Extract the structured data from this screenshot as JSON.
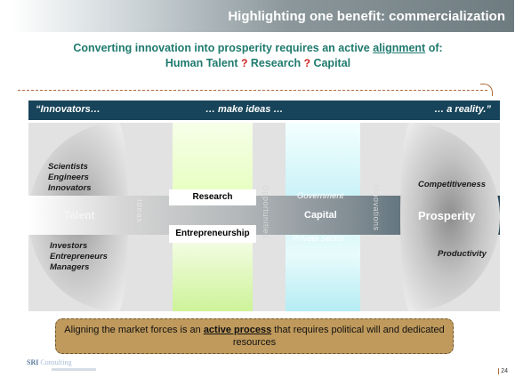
{
  "title": "Highlighting one benefit: commercialization",
  "subtitle": {
    "line1_a": "Converting innovation into prosperity requires an active ",
    "line1_u": "alignment",
    "line1_b": " of:",
    "line2_a": "Human Talent ",
    "sep": "?",
    "line2_b": " Research ",
    "line2_c": " Capital"
  },
  "header_band": {
    "left": "“Innovators…",
    "middle": "… make ideas …",
    "right": "… a reality.”"
  },
  "left_group": {
    "top": [
      "Scientists",
      "Engineers",
      "Innovators"
    ],
    "center": "Talent",
    "bottom": [
      "Investors",
      "Entrepreneurs",
      "Managers"
    ]
  },
  "ideas_label": "Ideas",
  "research_label": "Research",
  "entrepreneurship_label": "Entrepreneurship",
  "opportunities_label": "Opportunities",
  "capital_group": {
    "top": "Government",
    "center": "Capital",
    "bottom": "Private sector"
  },
  "innovations_label": "Innovations",
  "right_group": {
    "top": "Competitiveness",
    "center": "Prosperity",
    "bottom": "Productivity"
  },
  "callout": {
    "a": "Aligning the market forces is an ",
    "b": "active process",
    "c": " that requires political will and dedicated resources"
  },
  "logo": {
    "main": "SRI",
    "rest": "Consulting"
  },
  "page_number": "24"
}
